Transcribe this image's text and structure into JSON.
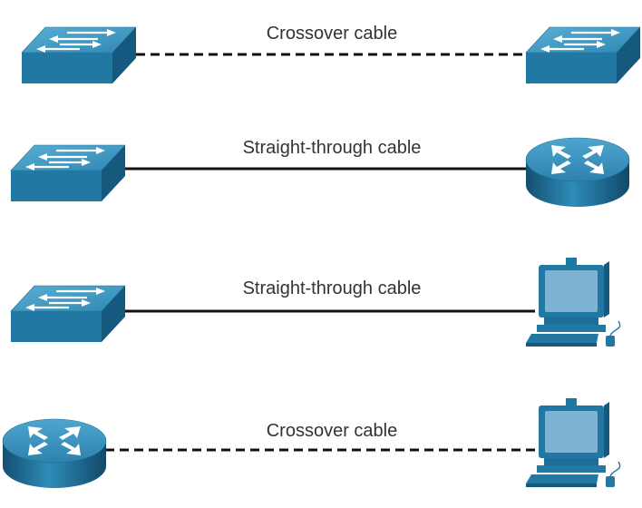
{
  "colors": {
    "device_top": "#3f96bd",
    "device_front": "#2178a3",
    "device_side": "#16597e",
    "arrow": "#ffffff",
    "cable": "#111111",
    "screen": "#7fb3d3",
    "label_text": "#333333"
  },
  "connections": [
    {
      "label": "Crossover cable",
      "from": "switch",
      "to": "switch",
      "cable": "dashed"
    },
    {
      "label": "Straight-through cable",
      "from": "switch",
      "to": "router",
      "cable": "solid"
    },
    {
      "label": "Straight-through cable",
      "from": "switch",
      "to": "pc",
      "cable": "solid"
    },
    {
      "label": "Crossover cable",
      "from": "router",
      "to": "pc",
      "cable": "dashed"
    }
  ]
}
